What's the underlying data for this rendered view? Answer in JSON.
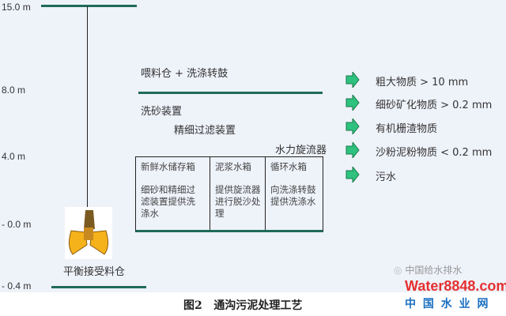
{
  "levels": [
    "15.0 m",
    "8.0 m",
    "4.0 m",
    "- 0.0 m",
    "- 0.4 m"
  ],
  "feeder_label": "喂料仓 + 洗涤转鼓",
  "sand_washer_label": "洗砂装置",
  "fine_filter_label": "精细过滤装置",
  "hydrocyclone_label": "水力旋流器",
  "tanks": [
    {
      "title": "新鲜水储存箱",
      "desc": "细砂和精细过滤装置提供洗涤水"
    },
    {
      "title": "泥浆水箱",
      "desc": "提供旋流器进行脱沙处理"
    },
    {
      "title": "循环水箱",
      "desc": "向洗涤转鼓提供洗涤水"
    }
  ],
  "receiver_label": "平衡接受料仓",
  "outputs": [
    "粗大物质 > 10 mm",
    "细砂矿化物质 > 0.2 mm",
    "有机栅渣物质",
    "沙粉泥粉物质 < 0.2 mm",
    "污水"
  ],
  "caption": "图2   通沟污泥处理工艺",
  "watermark": {
    "wechat": "中国给水排水",
    "logo": "Water8848.com",
    "logo_sub": "中 国 水 业 网"
  },
  "colors": {
    "line": "#1f6b5a",
    "arrow": "#2ec27e"
  }
}
